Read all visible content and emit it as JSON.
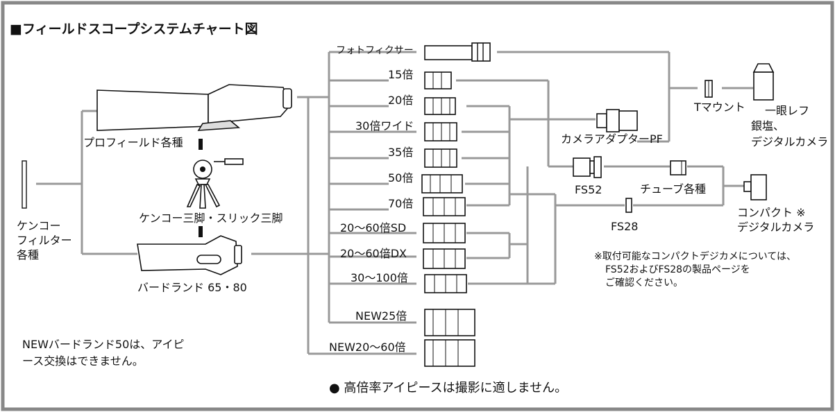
{
  "title": "■フィールドスコープシステムチャート図",
  "scopes": {
    "profield": "プロフィールド各種",
    "tripod": "ケンコー三脚・スリック三脚",
    "birdland": "バードランド 65・80",
    "filter": [
      "ケンコー",
      "フィルター",
      "各種"
    ]
  },
  "eyepieces": {
    "photo": "フォトフィクサー",
    "e15": "15倍",
    "e20": "20倍",
    "e30w": "30倍ワイド",
    "e35": "35倍",
    "e50": "50倍",
    "e70": "70倍",
    "sd": "20〜60倍SD",
    "dx": "20〜60倍DX",
    "e30100": "30〜100倍",
    "new25": "NEW25倍",
    "new2060": "NEW20〜60倍"
  },
  "adapters": {
    "camera_pf": "カメラアダプターPF",
    "tmount": "Tマウント",
    "fs52": "FS52",
    "tube": "チューブ各種",
    "fs28": "FS28"
  },
  "cameras": {
    "slr": [
      "一眼レフ",
      "銀塩、",
      "デジタルカメラ"
    ],
    "compact": [
      "コンパクト ※",
      "デジタルカメラ"
    ]
  },
  "notes": {
    "compact_note": [
      "※取付可能なコンパクトデジカメについては、",
      "FS52およびFS28の製品ページを",
      "ご確認ください。"
    ],
    "bird50": [
      "NEWバードランド50は、アイピ",
      "ース交換はできません。"
    ],
    "footer": "● 高倍率アイピースは撮影に適しません。"
  }
}
